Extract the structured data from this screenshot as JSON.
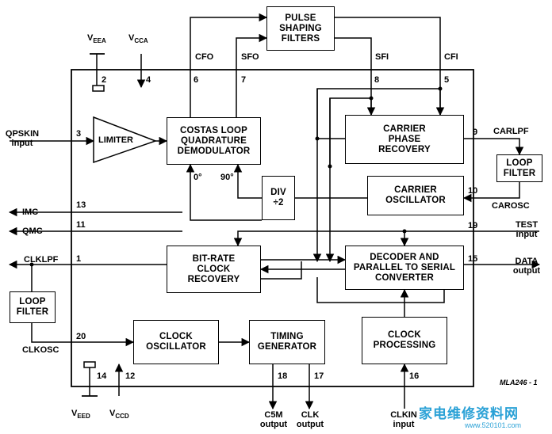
{
  "blocks": {
    "pulse_filters": "PULSE\nSHAPING\nFILTERS",
    "costas": "COSTAS LOOP\nQUADRATURE\nDEMODULATOR",
    "carrier_phase": "CARRIER\nPHASE\nRECOVERY",
    "loop_filter_right": "LOOP\nFILTER",
    "div2": "DIV\n÷2",
    "carrier_osc": "CARRIER\nOSCILLATOR",
    "bitrate": "BIT-RATE\nCLOCK\nRECOVERY",
    "decoder": "DECODER AND\nPARALLEL TO SERIAL\nCONVERTER",
    "loop_filter_left": "LOOP\nFILTER",
    "clock_osc": "CLOCK\nOSCILLATOR",
    "timing": "TIMING\nGENERATOR",
    "clock_proc": "CLOCK\nPROCESSING",
    "limiter": "LIMITER"
  },
  "signals": {
    "veea": "V",
    "veea_sub": "EEA",
    "vcca": "V",
    "vcca_sub": "CCA",
    "veed": "V",
    "veed_sub": "EED",
    "vccd": "V",
    "vccd_sub": "CCD",
    "cfo": "CFO",
    "sfo": "SFO",
    "sfi": "SFI",
    "cfi": "CFI",
    "qpskin": "QPSKIN\ninput",
    "carlpf": "CARLPF",
    "carosc": "CAROSC",
    "imc": "IMC",
    "qmc": "QMC",
    "test": "TEST\ninput",
    "clklpf": "CLKLPF",
    "data": "DATA\noutput",
    "clkosc": "CLKOSC",
    "c5m": "C5M\noutput",
    "clk": "CLK\noutput",
    "clkin": "CLKIN\ninput",
    "deg0": "0°",
    "deg90": "90°"
  },
  "pins": {
    "p2": "2",
    "p4": "4",
    "p6": "6",
    "p7": "7",
    "p8": "8",
    "p5": "5",
    "p3": "3",
    "p9": "9",
    "p10": "10",
    "p13": "13",
    "p11": "11",
    "p19": "19",
    "p1": "1",
    "p15": "15",
    "p20": "20",
    "p14": "14",
    "p12": "12",
    "p18": "18",
    "p17": "17",
    "p16": "16"
  },
  "code": "MLA246 - 1",
  "watermark": {
    "text": "家电维修资料网",
    "url": "www.520101.com"
  }
}
